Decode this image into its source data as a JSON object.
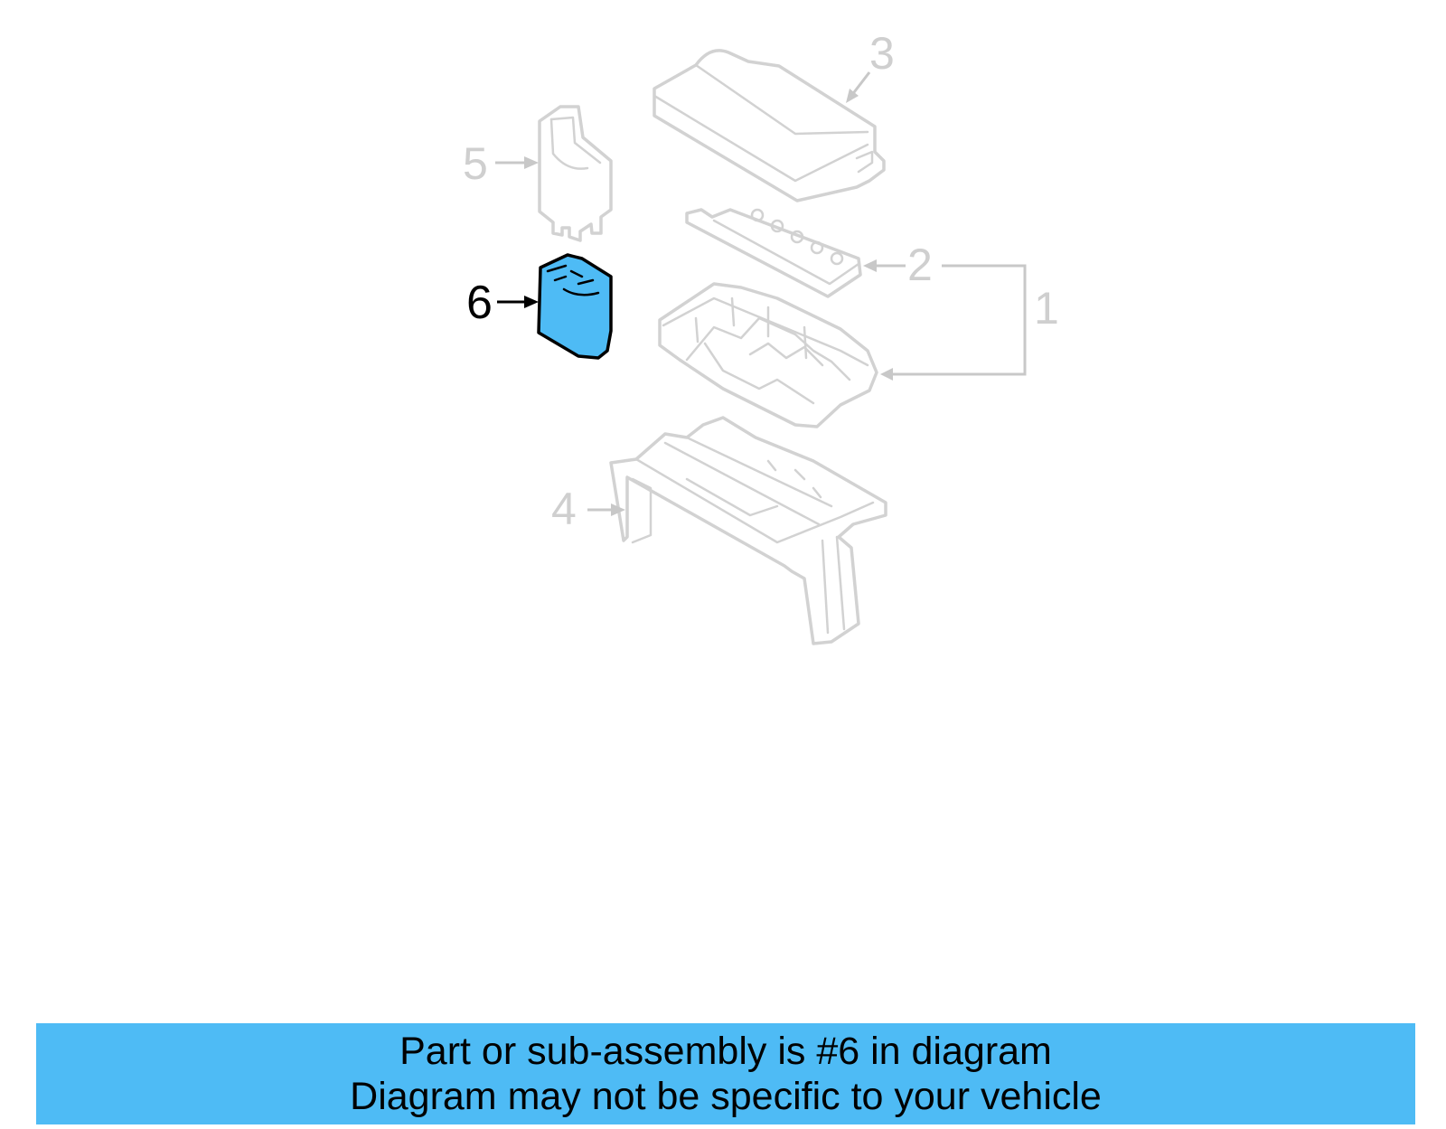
{
  "callouts": {
    "c1": "1",
    "c2": "2",
    "c3": "3",
    "c4": "4",
    "c5": "5",
    "c6": "6"
  },
  "highlighted_part": "6",
  "colors": {
    "highlight_fill": "#4ebbf5",
    "banner_background": "#4ebbf5",
    "faded_line": "#d2d2d2",
    "active_line": "#000000"
  },
  "banner": {
    "line1": "Part or sub-assembly is #6 in diagram",
    "line2": "Diagram may not be specific to your vehicle"
  }
}
